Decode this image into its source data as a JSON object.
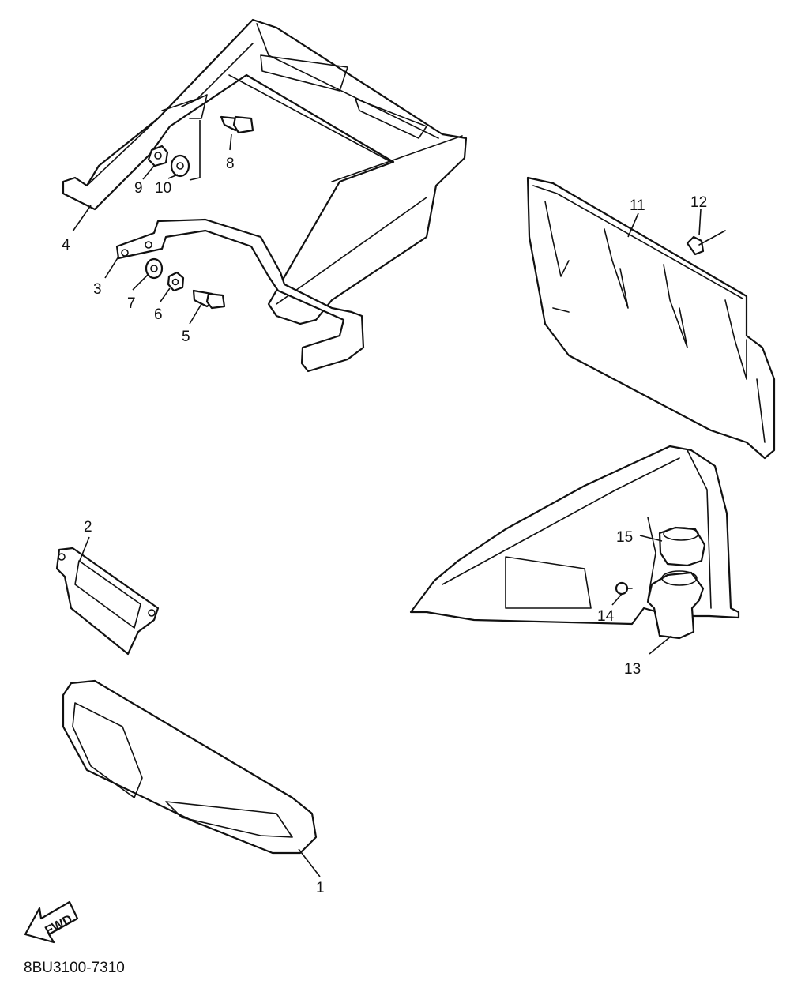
{
  "diagram_code": "8BU3100-7310",
  "fwd_label": "FWD",
  "callouts": {
    "p1": "1",
    "p2": "2",
    "p3": "3",
    "p4": "4",
    "p5": "5",
    "p6": "6",
    "p7": "7",
    "p8": "8",
    "p9": "9",
    "p10": "10",
    "p11": "11",
    "p12": "12",
    "p13": "13",
    "p14": "14",
    "p15": "15"
  }
}
